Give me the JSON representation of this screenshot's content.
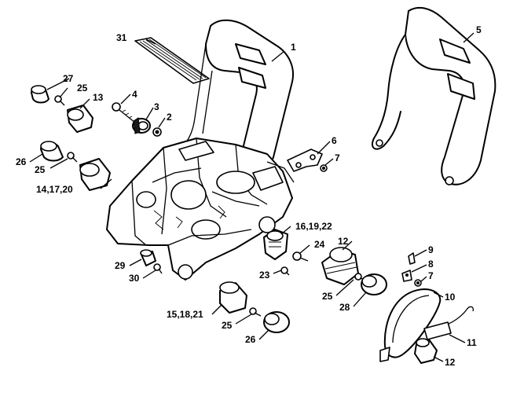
{
  "callouts": [
    {
      "id": "c1",
      "text": "1"
    },
    {
      "id": "c2",
      "text": "2"
    },
    {
      "id": "c3",
      "text": "3"
    },
    {
      "id": "c4",
      "text": "4"
    },
    {
      "id": "c5",
      "text": "5"
    },
    {
      "id": "c6",
      "text": "6"
    },
    {
      "id": "c7a",
      "text": "7"
    },
    {
      "id": "c7b",
      "text": "7"
    },
    {
      "id": "c8",
      "text": "8"
    },
    {
      "id": "c9",
      "text": "9"
    },
    {
      "id": "c10",
      "text": "10"
    },
    {
      "id": "c11",
      "text": "11"
    },
    {
      "id": "c12",
      "text": "12"
    },
    {
      "id": "c13",
      "text": "13"
    },
    {
      "id": "c14",
      "text": "14,17,20"
    },
    {
      "id": "c15a",
      "text": "15,18,21"
    },
    {
      "id": "c15b",
      "text": "15,18,21"
    },
    {
      "id": "c16",
      "text": "16,19,22"
    },
    {
      "id": "c23",
      "text": "23"
    },
    {
      "id": "c24",
      "text": "24"
    },
    {
      "id": "c25a",
      "text": "25"
    },
    {
      "id": "c25b",
      "text": "25"
    },
    {
      "id": "c25c",
      "text": "25"
    },
    {
      "id": "c25d",
      "text": "25"
    },
    {
      "id": "c26a",
      "text": "26"
    },
    {
      "id": "c26b",
      "text": "26"
    },
    {
      "id": "c27",
      "text": "27"
    },
    {
      "id": "c28",
      "text": "28"
    },
    {
      "id": "c29",
      "text": "29"
    },
    {
      "id": "c30",
      "text": "30"
    },
    {
      "id": "c31",
      "text": "31"
    }
  ]
}
